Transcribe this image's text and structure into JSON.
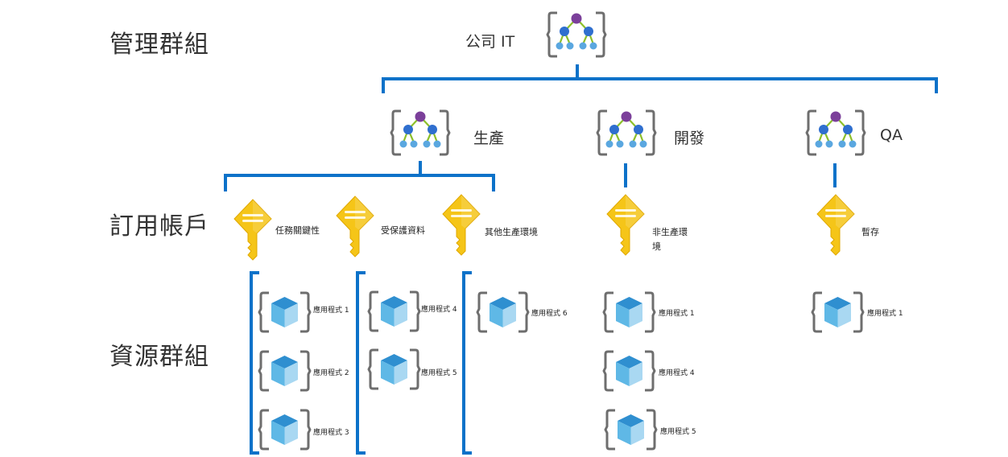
{
  "rows": {
    "management_groups": "管理群組",
    "subscriptions": "訂用帳戶",
    "resource_groups": "資源群組"
  },
  "root": {
    "label": "公司 IT"
  },
  "management_groups": [
    {
      "label": "生產"
    },
    {
      "label": "開發"
    },
    {
      "label": "QA"
    }
  ],
  "subscriptions": [
    {
      "label": "任務關鍵性"
    },
    {
      "label": "受保護資料"
    },
    {
      "label": "其他生產環境"
    },
    {
      "label": "非生產環境"
    },
    {
      "label": "暫存"
    }
  ],
  "resource_groups": {
    "mission_critical": [
      "應用程式 1",
      "應用程式 2",
      "應用程式 3"
    ],
    "protected_data": [
      "應用程式 4",
      "應用程式 5"
    ],
    "other_production": [
      "應用程式 6"
    ],
    "non_production": [
      "應用程式 1",
      "應用程式 4",
      "應用程式 5"
    ],
    "sandbox": [
      "應用程式 1"
    ]
  },
  "colors": {
    "line": "#0c72c9",
    "key": "#f5c518",
    "mg_top_node": "#7b3f9a",
    "mg_mid_node": "#2f6fcf",
    "mg_leaf_node": "#5aa7e0",
    "mg_edge": "#8cbf2a",
    "bracket": "#6e6e6e",
    "cube_dark": "#2f8fd0",
    "cube_light": "#a9d8f2"
  },
  "icons": {
    "management_group": "management-group-icon",
    "subscription": "key-icon",
    "resource_group": "resource-group-cube-icon"
  }
}
